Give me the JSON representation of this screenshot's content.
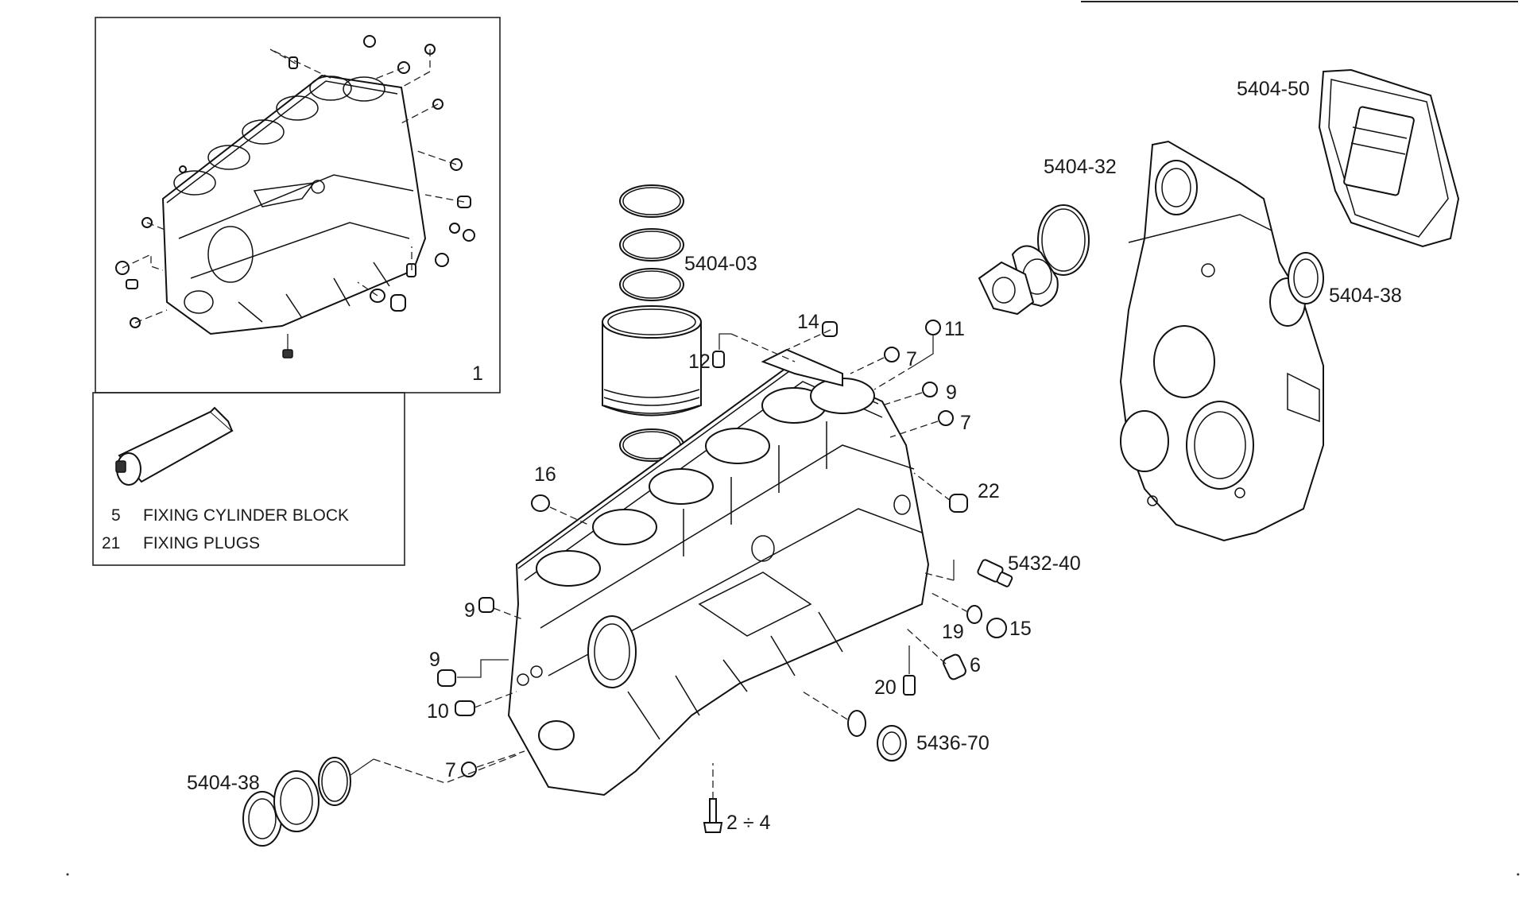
{
  "inset": {
    "block_ref": "1",
    "legend": [
      {
        "num": "5",
        "text": "FIXING CYLINDER BLOCK"
      },
      {
        "num": "21",
        "text": "FIXING PLUGS"
      }
    ]
  },
  "callouts": {
    "c5404_50": "5404-50",
    "c5404_32": "5404-32",
    "c5404_03": "5404-03",
    "c5404_38_right": "5404-38",
    "c14": "14",
    "c12": "12",
    "c11": "11",
    "c7_a": "7",
    "c9_a": "9",
    "c7_b": "7",
    "c16": "16",
    "c22": "22",
    "c5432_40": "5432-40",
    "c9_b": "9",
    "c19": "19",
    "c15": "15",
    "c9_c": "9",
    "c6": "6",
    "c10": "10",
    "c20": "20",
    "c5436_70": "5436-70",
    "c7_c": "7",
    "c5404_38_left": "5404-38",
    "c2_4": "2 ÷ 4"
  }
}
